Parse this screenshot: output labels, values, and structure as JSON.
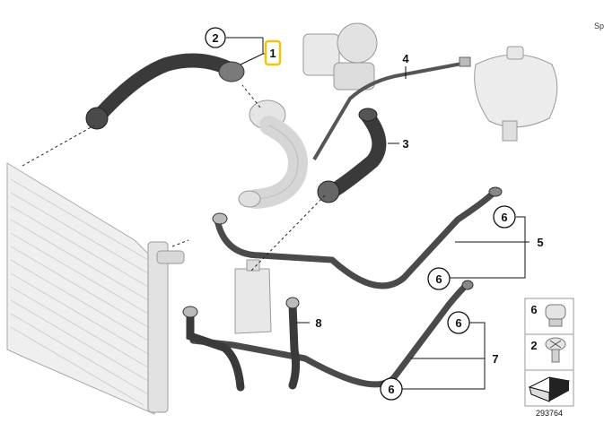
{
  "corner_text": "Sp",
  "callouts": {
    "c1": "1",
    "c2": "2",
    "c3": "3",
    "c4": "4",
    "c5": "5",
    "c6a": "6",
    "c6b": "6",
    "c6c": "6",
    "c6d": "6",
    "c7": "7",
    "c8": "8"
  },
  "legend": {
    "item6": "6",
    "item2": "2",
    "diagram_number": "293764"
  },
  "colors": {
    "highlight": "#f2c500",
    "hose": "#3a3a3a",
    "line": "#111111"
  }
}
